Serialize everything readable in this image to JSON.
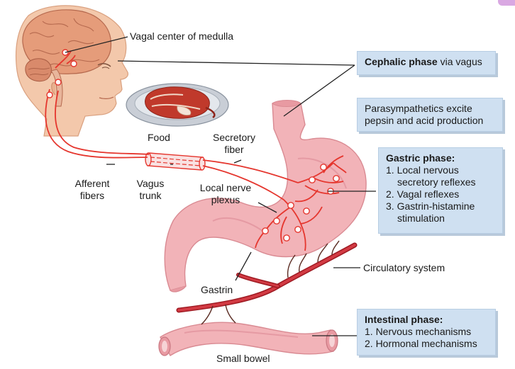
{
  "labels": {
    "vagal_center": "Vagal center of medulla",
    "food": "Food",
    "secretory_fiber": [
      "Secretory",
      "fiber"
    ],
    "afferent_fibers": [
      "Afferent",
      "fibers"
    ],
    "vagus_trunk": [
      "Vagus",
      "trunk"
    ],
    "local_nerve_plexus": [
      "Local nerve",
      "plexus"
    ],
    "gastrin": "Gastrin",
    "circulatory_system": "Circulatory system",
    "small_bowel": "Small bowel"
  },
  "boxes": {
    "cephalic": {
      "title": "Cephalic phase",
      "rest": " via vagus"
    },
    "parasympathetics": [
      "Parasympathetics excite",
      "pepsin and acid production"
    ],
    "gastric": {
      "title": "Gastric phase:",
      "items": [
        "1. Local nervous secretory reflexes",
        "2. Vagal reflexes",
        "3. Gastrin-histamine stimulation"
      ]
    },
    "intestinal": {
      "title": "Intestinal phase:",
      "items": [
        "1. Nervous mechanisms",
        "2. Hormonal mechanisms"
      ]
    }
  },
  "colors": {
    "nerve": "#e5362e",
    "stomach": "#f2b3b8",
    "blood_vessel": "#c9202a",
    "box_fill": "#cfe0f1",
    "skin": "#f3c8ab",
    "brain": "#e59c7a"
  }
}
